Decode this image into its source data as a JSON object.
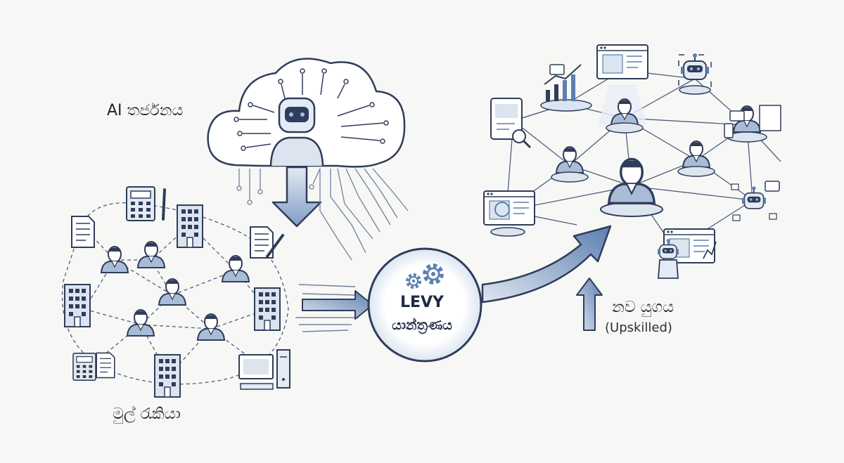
{
  "labels": {
    "ai_threat": "AI තර්ජනය",
    "original_workforce": "මුල් රැකියා",
    "levy_title": "LEVY",
    "levy_subtitle": "යාන්ත්‍රණය",
    "new_era": "නව යුගය",
    "new_era_sub": "(Upskilled)"
  },
  "colors": {
    "ink": "#2f3d5a",
    "accent": "#5b7fb0",
    "light": "#d7e1ee",
    "background": "#f7f7f5"
  },
  "icons": {
    "cloud": "cloud-icon",
    "robot": "robot-icon",
    "gears": "gears-icon",
    "person": "person-icon",
    "building": "building-icon",
    "calculator": "calculator-icon",
    "document": "document-icon",
    "computer": "computer-icon",
    "chart": "chart-icon"
  }
}
